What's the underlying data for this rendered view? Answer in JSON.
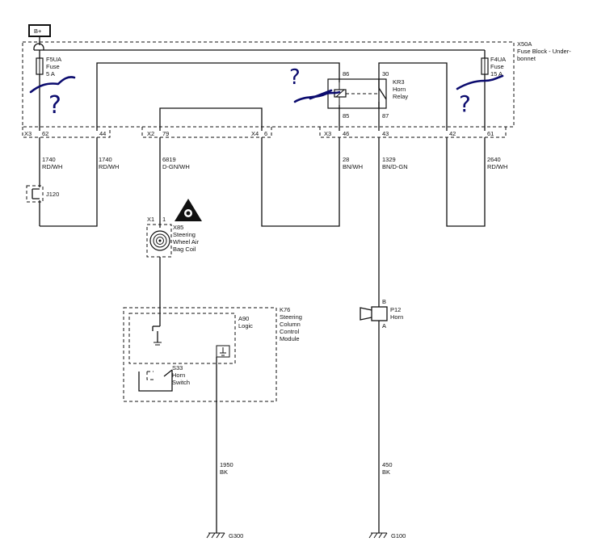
{
  "battery": {
    "label": "B+"
  },
  "fuse_block": {
    "id": "X50A",
    "name": "Fuse Block - Under-\nbonnet"
  },
  "fuses": [
    {
      "id": "F5UA",
      "type": "Fuse",
      "rating": "5 A"
    },
    {
      "id": "F4UA",
      "type": "Fuse",
      "rating": "15 A"
    }
  ],
  "relay": {
    "id": "KR3",
    "name": "Horn\nRelay",
    "pins": [
      "86",
      "30",
      "85",
      "87"
    ]
  },
  "connectors": {
    "x3_left": "X3",
    "x2": "X2",
    "x4": "X4",
    "x3_mid": "X3",
    "x1": "X1",
    "pins": [
      "62",
      "44",
      "79",
      "6",
      "46",
      "43",
      "42",
      "61",
      "1"
    ]
  },
  "wires": [
    {
      "circuit": "1740",
      "color": "RD/WH"
    },
    {
      "circuit": "1740",
      "color": "RD/WH"
    },
    {
      "circuit": "6819",
      "color": "D-GN/WH"
    },
    {
      "circuit": "28",
      "color": "BN/WH"
    },
    {
      "circuit": "1329",
      "color": "BN/D-GN"
    },
    {
      "circuit": "2640",
      "color": "RD/WH"
    },
    {
      "circuit": "1950",
      "color": "BK"
    },
    {
      "circuit": "450",
      "color": "BK"
    }
  ],
  "splice": {
    "id": "J120"
  },
  "coil": {
    "id": "X85",
    "name": "Steering\nWheel Air\nBag Coil"
  },
  "module": {
    "id": "K76",
    "name": "Steering\nColumn\nControl\nModule"
  },
  "logic": {
    "id": "A90",
    "name": "Logic"
  },
  "switch": {
    "id": "S33",
    "name": "Horn\nSwitch"
  },
  "horn": {
    "id": "P12",
    "name": "Horn",
    "pin_b": "B",
    "pin_a": "A"
  },
  "grounds": [
    "G300",
    "G100"
  ],
  "annotations": {
    "question_mark": "?"
  },
  "colors": {
    "line": "#111111",
    "annotation_ink": "#0b0b6e",
    "warning_icon": "#111111"
  }
}
